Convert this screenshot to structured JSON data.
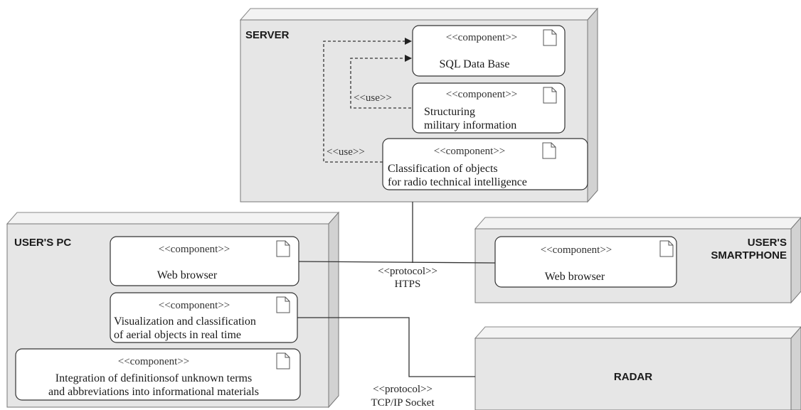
{
  "nodes": {
    "server": {
      "title": "SERVER"
    },
    "users_pc": {
      "title": "USER'S PC"
    },
    "smartphone": {
      "title_line1": "USER'S",
      "title_line2": "SMARTPHONE"
    },
    "radar": {
      "title": "RADAR"
    }
  },
  "stereotype": "<<component>>",
  "components": {
    "sql_db": {
      "line1": "SQL Data Base"
    },
    "structuring": {
      "line1": "Structuring",
      "line2": "military information"
    },
    "classification": {
      "line1": "Classification of objects",
      "line2": "for radio technical intelligence"
    },
    "pc_browser": {
      "line1": "Web browser"
    },
    "visualization": {
      "line1": "Visualization and classification",
      "line2": "of aerial objects in real time"
    },
    "integration": {
      "line1": "Integration of definitionsof unknown terms",
      "line2": "and abbreviations into informational materials"
    },
    "phone_browser": {
      "line1": "Web browser"
    }
  },
  "dependencies": {
    "use_label": "<<use>>"
  },
  "protocols": {
    "https": {
      "stereotype": "<<protocol>>",
      "name": "HTPS"
    },
    "tcp": {
      "stereotype": "<<protocol>>",
      "name": "TCP/IP Socket"
    }
  }
}
